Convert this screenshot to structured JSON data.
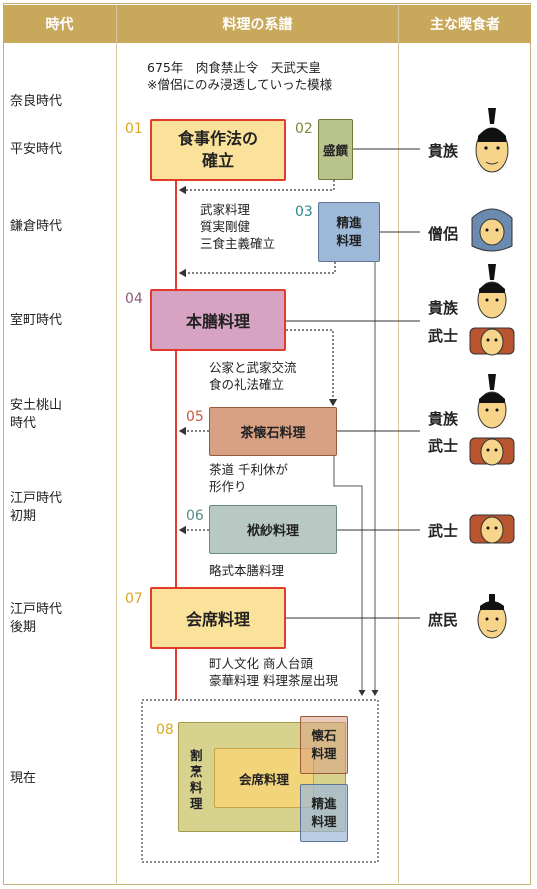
{
  "header": {
    "col_era": "時代",
    "col_lineage": "料理の系譜",
    "col_eaters": "主な喫食者"
  },
  "eras": [
    {
      "id": "nara",
      "label": "奈良時代"
    },
    {
      "id": "heian",
      "label": "平安時代"
    },
    {
      "id": "kamakura",
      "label": "鎌倉時代"
    },
    {
      "id": "muromachi",
      "label": "室町時代"
    },
    {
      "id": "azuchi",
      "label": "安土桃山\n時代"
    },
    {
      "id": "edo_early",
      "label": "江戸時代\n初期"
    },
    {
      "id": "edo_late",
      "label": "江戸時代\n後期"
    },
    {
      "id": "present",
      "label": "現在"
    }
  ],
  "notes": {
    "nara": "675年　肉食禁止令　天武天皇\n※僧侶にのみ浸透していった模様",
    "kamakura": "武家料理\n質実剛健\n三食主義確立",
    "muromachi": "公家と武家交流\n食の礼法確立",
    "azuchi": "茶道 千利休が\n形作り",
    "edo_early": "略式本膳料理",
    "edo_late": "町人文化 商人台頭\n豪華料理 料理茶屋出現"
  },
  "nodes": {
    "n01": {
      "num": "01",
      "label": "食事作法の\n確立"
    },
    "n02": {
      "num": "02",
      "label": "盛饌"
    },
    "n03": {
      "num": "03",
      "label": "精進\n料理"
    },
    "n04": {
      "num": "04",
      "label": "本膳料理"
    },
    "n05": {
      "num": "05",
      "label": "茶懐石料理"
    },
    "n06": {
      "num": "06",
      "label": "袱紗料理"
    },
    "n07": {
      "num": "07",
      "label": "会席料理"
    },
    "n08": {
      "num": "08",
      "kappo": "割\n烹\n料\n理",
      "kaiseki": "会席料理",
      "kaiseki_cha": "懐石\n料理",
      "shojin": "精進\n料理"
    }
  },
  "eaters": {
    "heian": "貴族",
    "kamakura": "僧侶",
    "muromachi": [
      "貴族",
      "武士"
    ],
    "azuchi": [
      "貴族",
      "武士"
    ],
    "edo_early": "武士",
    "edo_late": "庶民"
  },
  "colors": {
    "header": "#c8a95b",
    "red_line": "#e23b2e",
    "kaiseki_fill": "#fbe29a",
    "honzen_fill": "#d7a3c2",
    "seisen_fill": "#b9c48c",
    "shojin_fill": "#9db8d8",
    "cha_fill": "#d9a184",
    "fukusa_fill": "#b7c9c2"
  }
}
